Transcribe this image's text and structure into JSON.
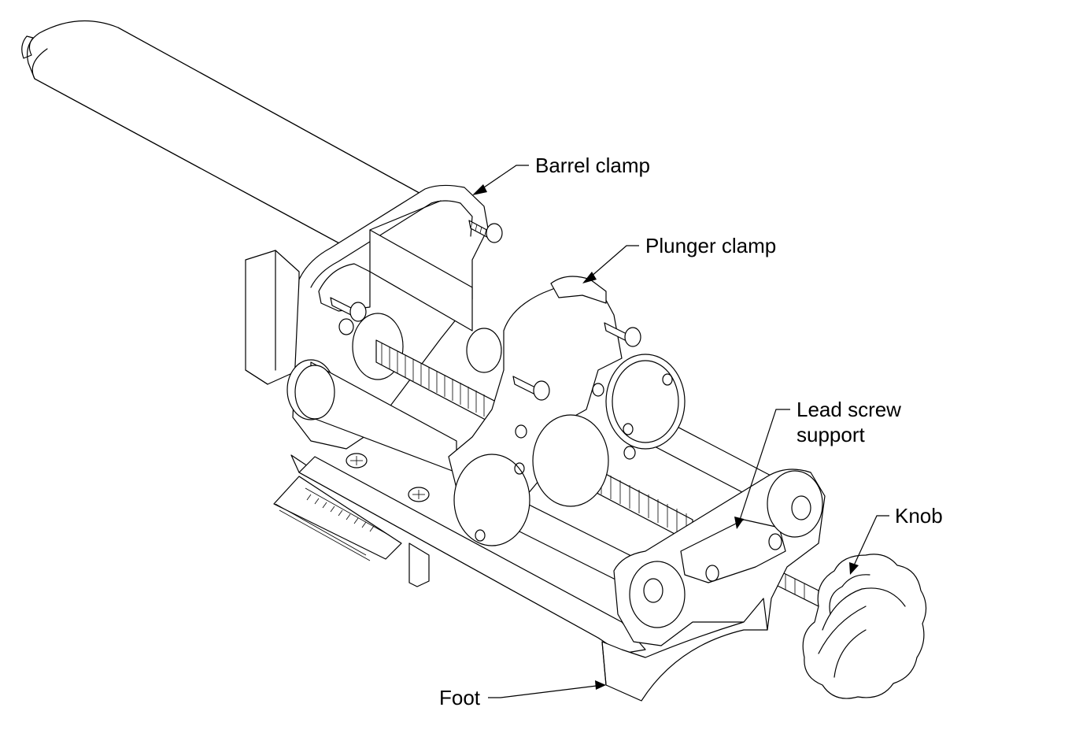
{
  "labels": {
    "barrel_clamp": "Barrel clamp",
    "plunger_clamp": "Plunger clamp",
    "lead_screw_support_1": "Lead screw",
    "lead_screw_support_2": "support",
    "knob": "Knob",
    "foot": "Foot"
  },
  "colors": {
    "line": "#000000",
    "background": "#ffffff"
  }
}
